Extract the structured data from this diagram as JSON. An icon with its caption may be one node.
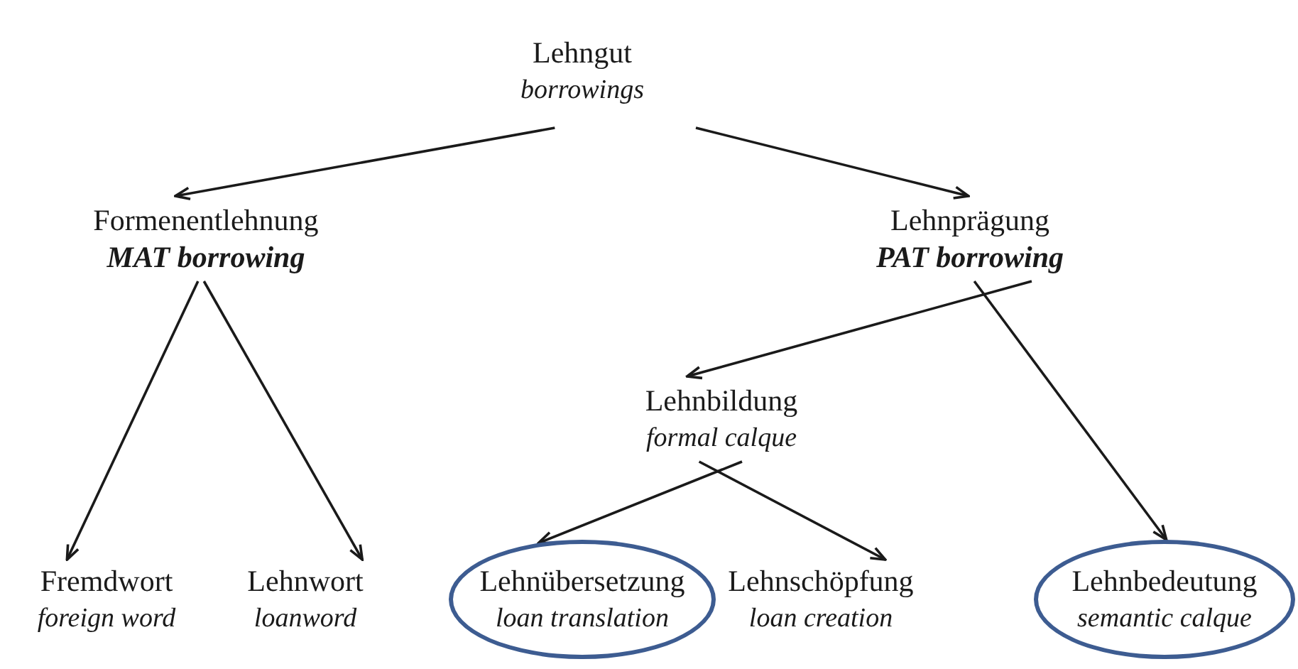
{
  "diagram": {
    "nodes": [
      {
        "text": [
          "Lehngut",
          "borrowings"
        ]
      },
      {
        "text": [
          "Formenentlehnung",
          "MAT borrowing"
        ]
      },
      {
        "text": [
          "Lehnprägung",
          "PAT borrowing"
        ]
      },
      {
        "text": [
          "Fremdwort",
          "foreign word"
        ]
      },
      {
        "text": [
          "Lehnwort",
          "loanword"
        ]
      },
      {
        "text": [
          "Lehnbildung",
          "formal calque"
        ]
      },
      {
        "text": [
          "Lehnübersetzung",
          "loan translation"
        ]
      },
      {
        "text": [
          "Lehnschöpfung",
          "loan creation"
        ]
      },
      {
        "text": [
          "Lehnbedeutung",
          "semantic calque"
        ]
      }
    ],
    "edges": [
      {
        "from": 0,
        "to": 1,
        "arrow": "to"
      },
      {
        "from": 0,
        "to": 2,
        "arrow": "to"
      },
      {
        "from": 1,
        "to": 3,
        "arrow": "to"
      },
      {
        "from": 1,
        "to": 4,
        "arrow": "to"
      },
      {
        "from": 2,
        "to": 5,
        "arrow": "to"
      },
      {
        "from": 2,
        "to": 8,
        "arrow": "to"
      },
      {
        "from": 5,
        "to": 6,
        "arrow": "to"
      },
      {
        "from": 5,
        "to": 7,
        "arrow": "to"
      }
    ]
  }
}
